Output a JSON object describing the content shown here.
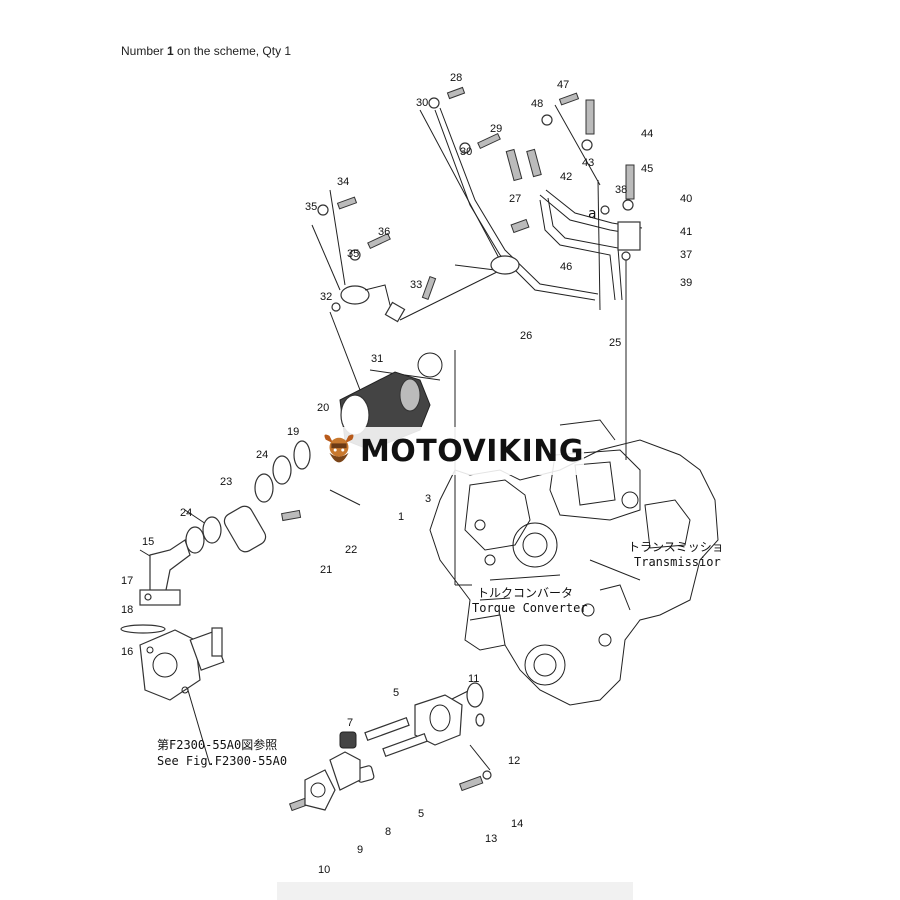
{
  "caption": {
    "prefix": "Number ",
    "number": "1",
    "suffix": " on the scheme, Qty 1"
  },
  "watermark": {
    "brand": "MOTOVIKING"
  },
  "labels": [
    "1",
    "3",
    "5",
    "5",
    "7",
    "8",
    "9",
    "10",
    "11",
    "12",
    "13",
    "14",
    "15",
    "16",
    "17",
    "18",
    "19",
    "20",
    "21",
    "22",
    "23",
    "24",
    "24",
    "25",
    "26",
    "27",
    "28",
    "29",
    "30",
    "30",
    "31",
    "32",
    "33",
    "34",
    "35",
    "35",
    "36",
    "37",
    "38",
    "39",
    "40",
    "41",
    "42",
    "43",
    "44",
    "45",
    "46",
    "47",
    "48"
  ],
  "annotations": {
    "transmission_jp": "トランスミッショ",
    "transmission_en": "Transmissior",
    "torque_jp": "トルクコンバータ",
    "torque_en": "Torque Converter",
    "see_fig_jp": "第F2300-55A0図参照",
    "see_fig_en": "See Fig.F2300-55A0",
    "marker_a": "a"
  }
}
